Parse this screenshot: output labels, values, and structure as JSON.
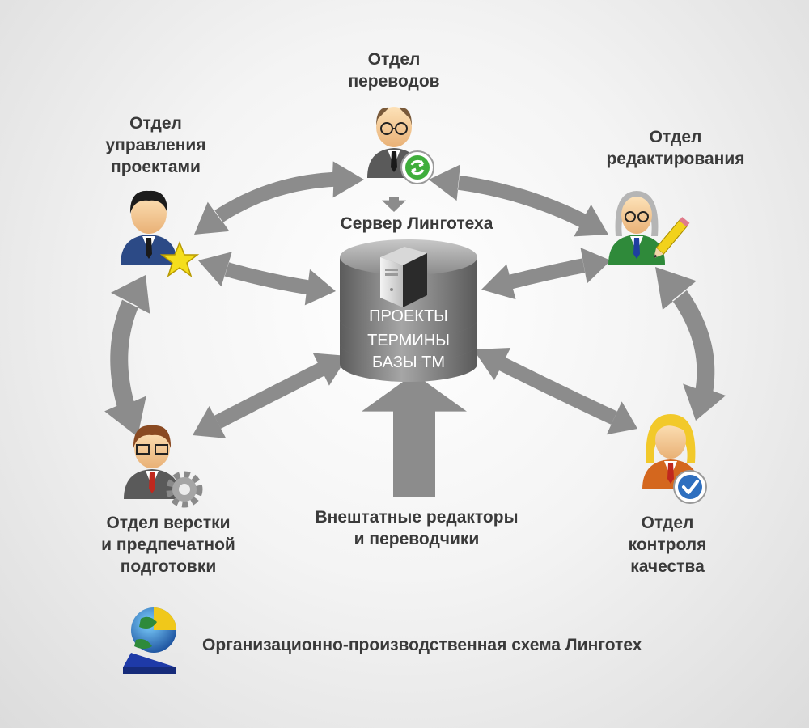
{
  "server": {
    "title": "Сервер Линготеха",
    "layers": [
      "ПРОЕКТЫ",
      "ТЕРМИНЫ",
      "БАЗЫ ТМ"
    ]
  },
  "departments": {
    "translation": [
      "Отдел",
      "переводов"
    ],
    "project_management": [
      "Отдел",
      "управления",
      "проектами"
    ],
    "editing": [
      "Отдел",
      "редактирования"
    ],
    "layout": [
      "Отдел верстки",
      "и предпечатной",
      "подготовки"
    ],
    "freelancers": [
      "Внештатные редакторы",
      "и переводчики"
    ],
    "quality": [
      "Отдел",
      "контроля",
      "качества"
    ]
  },
  "caption": "Организационно-производственная схема Линготех",
  "icons": {
    "translation": "refresh-icon",
    "project_management": "star-icon",
    "editing": "pencil-icon",
    "layout": "gear-icon",
    "quality": "checkmark-icon",
    "logo": "globe-book-icon"
  },
  "colors": {
    "arrow": "#8c8c8c",
    "text": "#3a3a3a",
    "suit_blue": "#2c4a86",
    "suit_green": "#2f8a3a",
    "suit_gray": "#5a5a5a",
    "suit_orange": "#d4671e",
    "star": "#f5de1c",
    "refresh": "#3fae3c",
    "check": "#2e6fbf"
  }
}
